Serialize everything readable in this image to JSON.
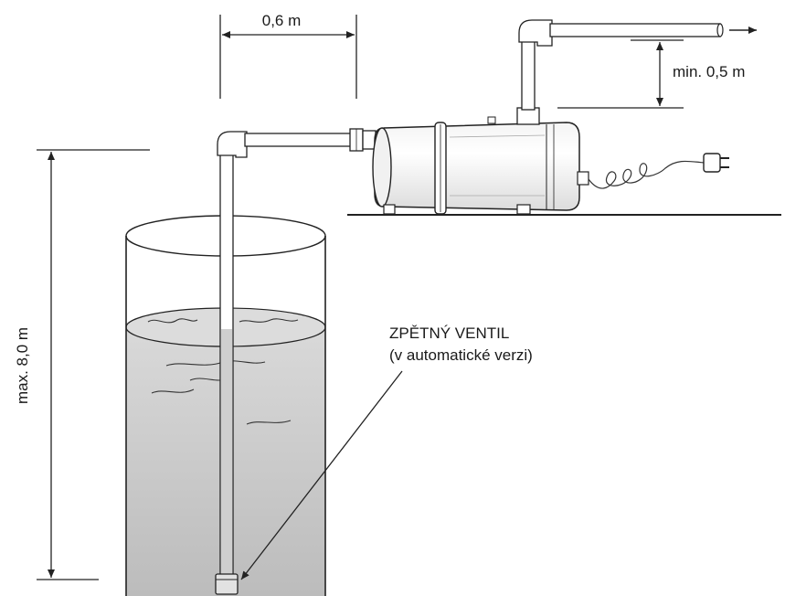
{
  "labels": {
    "horizontal_pipe_distance": "0,6 m",
    "outlet_min_height": "min. 0,5 m",
    "max_suction_depth": "max. 8,0 m",
    "check_valve_title": "ZPĚTNÝ VENTIL",
    "check_valve_note": "(v automatické verzi)"
  },
  "colors": {
    "line": "#222222",
    "water": "#d4d4d4",
    "water_deep": "#bdbdbd",
    "pump_body": "#ffffff"
  }
}
